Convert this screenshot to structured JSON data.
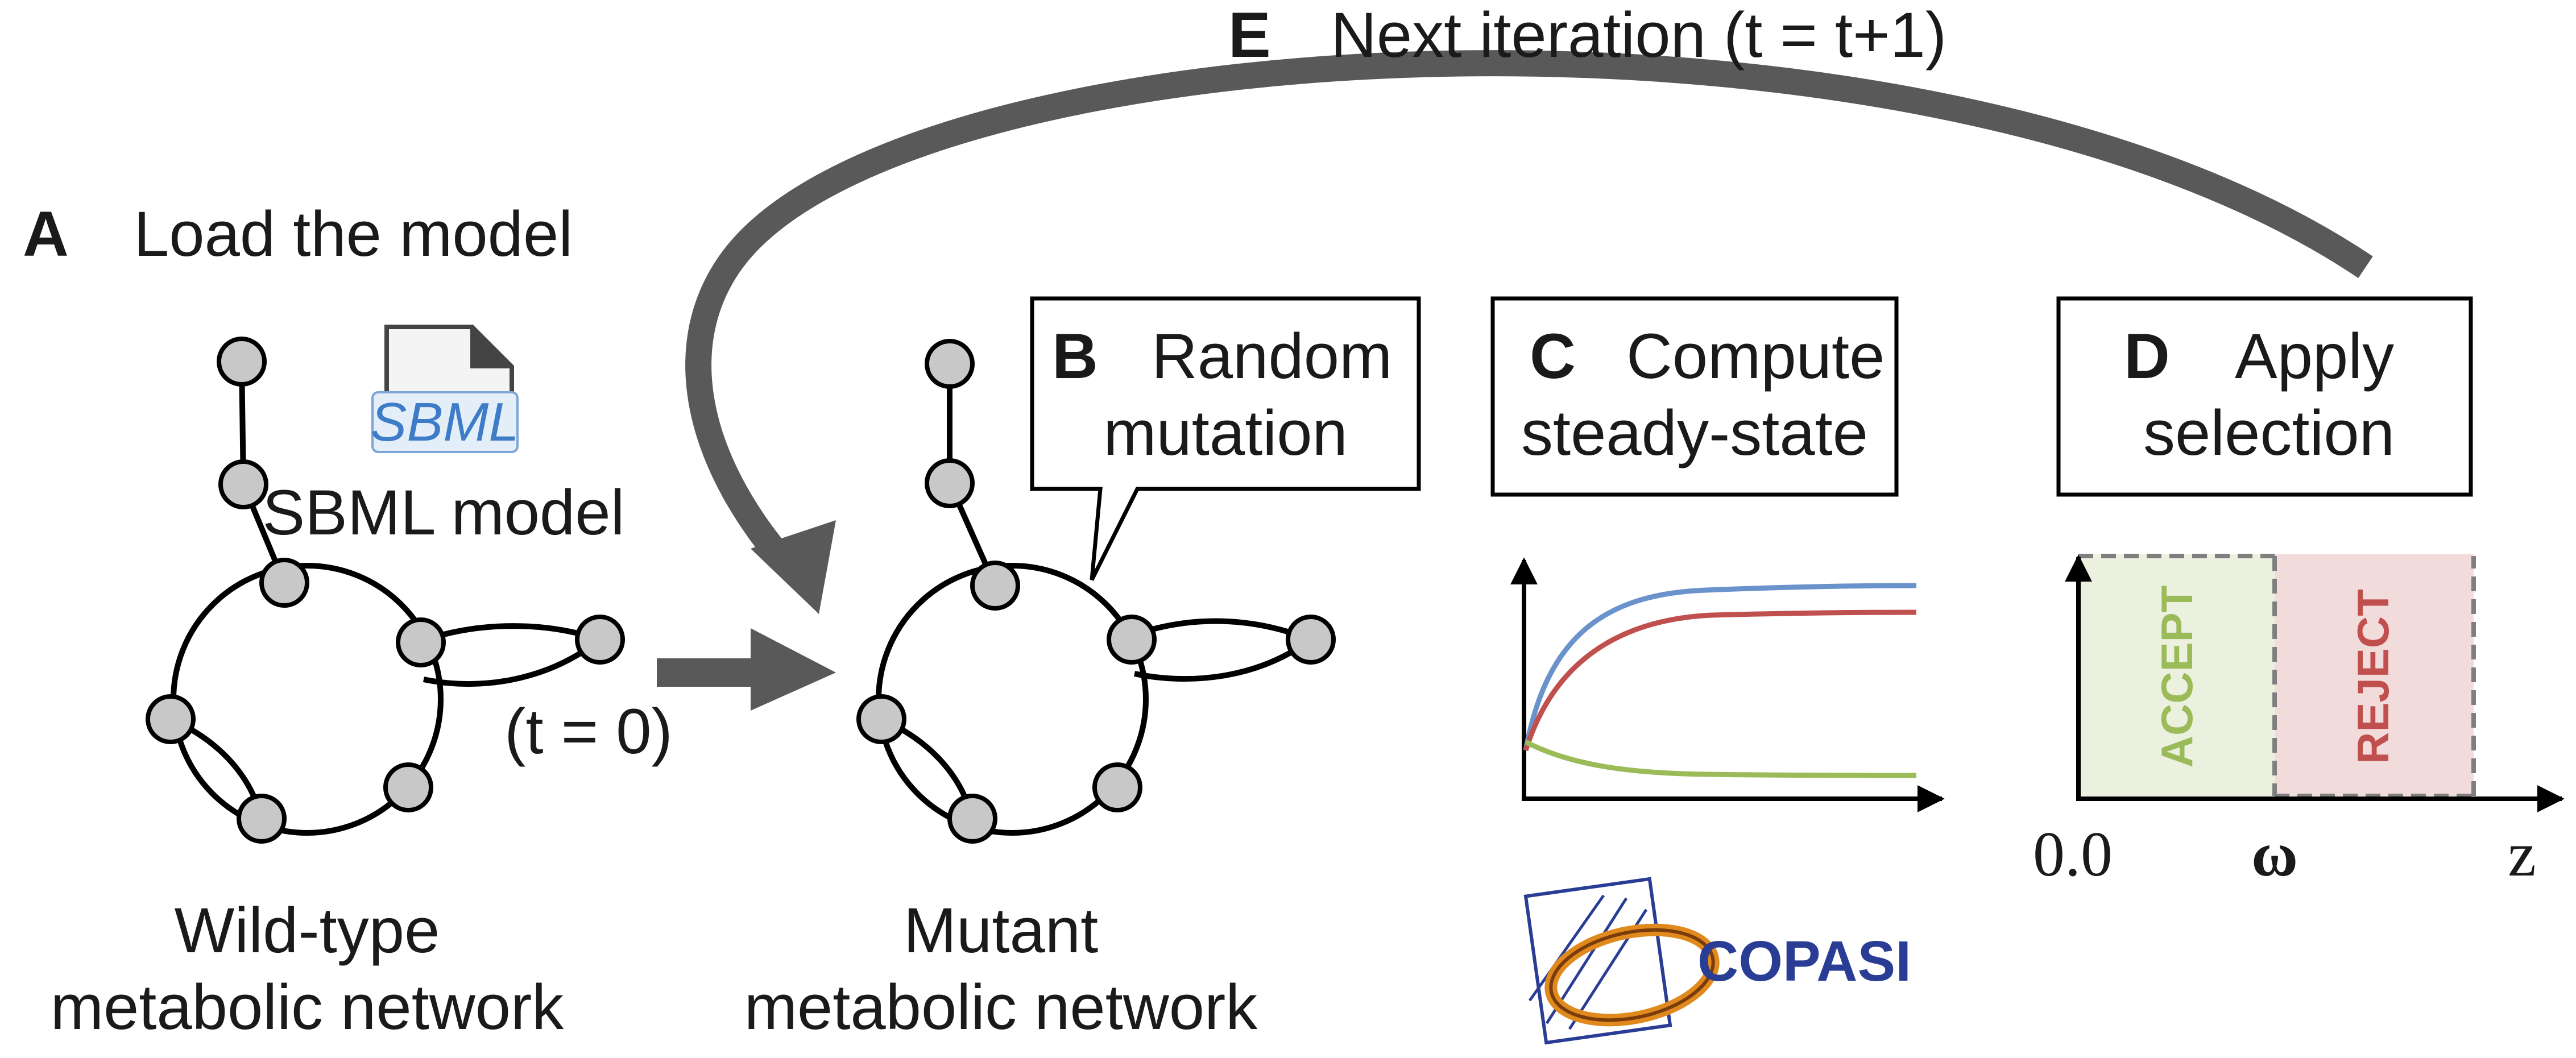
{
  "steps": {
    "A": {
      "letter": "A",
      "title": "Load the model"
    },
    "B": {
      "letter": "B",
      "line1": "Random",
      "line2": "mutation"
    },
    "C": {
      "letter": "C",
      "line1": "Compute",
      "line2": "steady-state"
    },
    "D": {
      "letter": "D",
      "line1": "Apply",
      "line2": "selection"
    },
    "E": {
      "letter": "E",
      "title": "Next iteration (t = t+1)"
    }
  },
  "sbml": {
    "logo_text": "SBML",
    "caption": "SBML model",
    "icon": "sbml-file-icon"
  },
  "time_label": "(t = 0)",
  "networks": {
    "wild_type": {
      "line1": "Wild-type",
      "line2": "metabolic network"
    },
    "mutant": {
      "line1": "Mutant",
      "line2": "metabolic network"
    }
  },
  "copasi": {
    "logo_text": "COPASI",
    "icon": "copasi-logo"
  },
  "steady_state_plot": {
    "curves": [
      {
        "name": "",
        "color": "#6a93cb"
      },
      {
        "name": "",
        "color": "#c0504d"
      },
      {
        "name": "",
        "color": "#9bbb59"
      }
    ]
  },
  "selection_plot": {
    "accept_label": "ACCEPT",
    "reject_label": "REJECT",
    "accept_color": "#ebf1de",
    "reject_color": "#f2dcdb",
    "accept_text_color": "#9bbb59",
    "reject_text_color": "#c0504d",
    "x_tick_start": "0.0",
    "x_tick_omega": "ω",
    "x_axis_label": "z"
  },
  "colors": {
    "arrow": "#595959",
    "node_fill": "#c8c8c8",
    "node_stroke": "#000000"
  }
}
